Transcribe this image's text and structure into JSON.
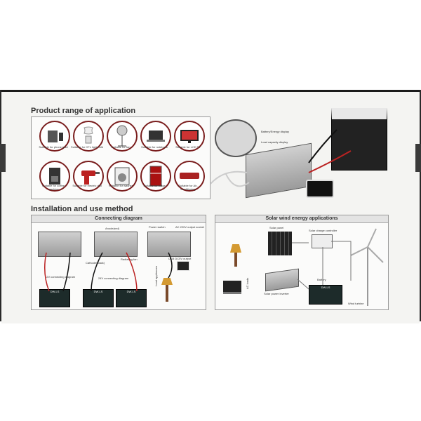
{
  "section_product_title": "Product range of application",
  "section_install_title": "Installation and use method",
  "products": [
    {
      "label": "Suitable for phone ipad",
      "icon": "phone-tablet-icon"
    },
    {
      "label": "Suitable for CFL light bulb",
      "icon": "bulb-icon"
    },
    {
      "label": "Suitable for fan",
      "icon": "fan-icon"
    },
    {
      "label": "Suitable for notebook",
      "icon": "laptop-icon"
    },
    {
      "label": "Suitable for LCD TV",
      "icon": "tv-icon"
    },
    {
      "label": "Suitable for coffee machine",
      "icon": "coffee-machine-icon"
    },
    {
      "label": "Suitable for electric drill",
      "icon": "drill-icon"
    },
    {
      "label": "Suitable for washer",
      "icon": "washer-icon"
    },
    {
      "label": "Suitable for fridge",
      "icon": "fridge-icon"
    },
    {
      "label": "Suitable for Air-conditioning",
      "icon": "air-conditioner-icon"
    }
  ],
  "display_labels": {
    "battery": "Battery/Energy display",
    "load": "Load capacity display"
  },
  "connecting_diagram": {
    "title": "Connecting diagram",
    "anode": "Anode(red)",
    "cathode": "Cathode(black)",
    "radiating_fan": "Radiating fan",
    "power_switch": "Power switch",
    "ac_output": "AC 220V output socket",
    "usb_output": "USB DC5V output",
    "conn_12v": "12V connecting diagram",
    "conn_24v": "24V connecting diagram",
    "load_appliances": "Load appliances",
    "battery_brand": "DW-LS"
  },
  "solar_wind": {
    "title": "Solar wind energy applications",
    "solar_panel": "Solar panel",
    "charge_controller": "Solar charge controller",
    "ac_loads": "AC loads",
    "solar_power_inverter": "Solar power inverter",
    "battery": "Battery",
    "wind_turbine": "Wind turbine"
  }
}
